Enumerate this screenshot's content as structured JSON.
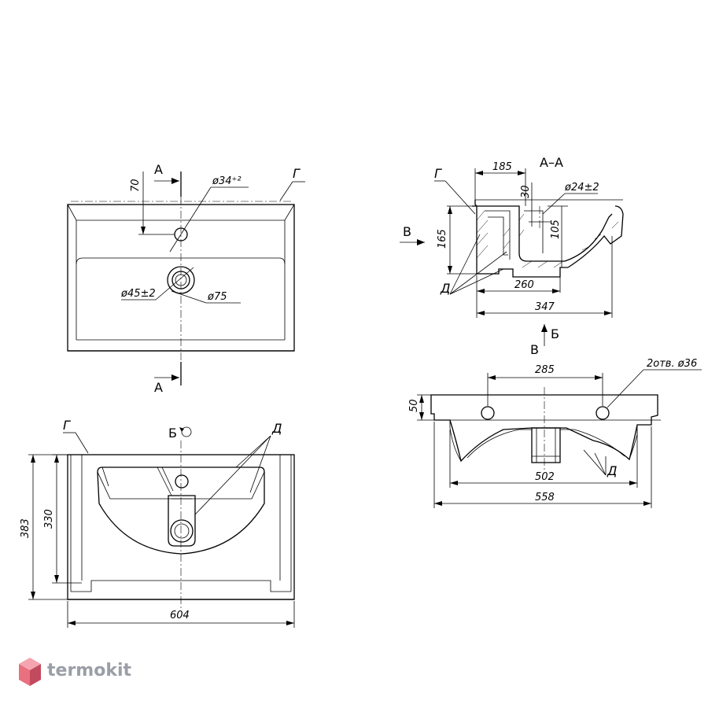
{
  "labels": {
    "section_a": "A",
    "section_aa": "А–А",
    "view_b": "Б",
    "view_v": "В",
    "mark_g": "Г",
    "mark_d": "Д"
  },
  "dimensions": {
    "top_70": "70",
    "top_d34": "ø34⁺²",
    "top_d45": "ø45±2",
    "top_d75": "ø75",
    "aa_185": "185",
    "aa_30": "30",
    "aa_d24": "ø24±2",
    "aa_165": "165",
    "aa_105": "105",
    "aa_260": "260",
    "aa_347": "347",
    "front_383": "383",
    "front_330": "330",
    "front_604": "604",
    "v_285": "285",
    "v_holes": "2отв. ø36",
    "v_50": "50",
    "v_502": "502",
    "v_558": "558"
  },
  "brand": {
    "logo_text": "termokit",
    "colors": {
      "logo_light": "#f4a5b0",
      "logo_mid": "#e8707f",
      "logo_dark": "#c24a5e",
      "text": "#9a9ea6"
    }
  }
}
